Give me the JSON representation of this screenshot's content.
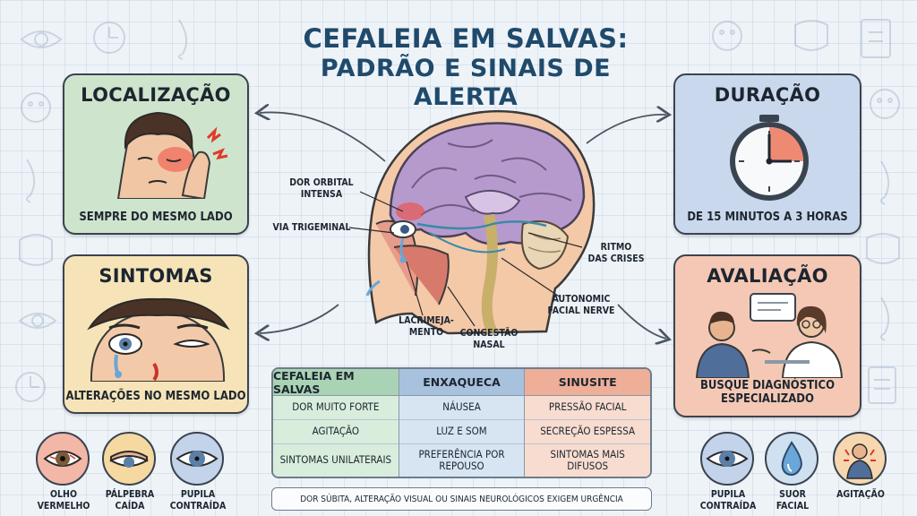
{
  "title": {
    "line1": "CEFALEIA EM SALVAS:",
    "line2": "PADRÃO E SINAIS DE ALERTA"
  },
  "cards": {
    "location": {
      "title": "LOCALIZAÇÃO",
      "caption": "SEMPRE DO MESMO LADO"
    },
    "symptoms": {
      "title": "SINTOMAS",
      "caption": "ALTERAÇÕES NO MESMO LADO"
    },
    "duration": {
      "title": "DURAÇÃO",
      "caption": "DE 15 MINUTOS A 3 HORAS"
    },
    "evaluation": {
      "title": "AVALIAÇÃO",
      "caption_line1": "BUSQUE DIAGNÓSTICO",
      "caption_line2": "ESPECIALIZADO"
    }
  },
  "brain_labels": {
    "orbital_pain_1": "DOR ORBITAL",
    "orbital_pain_2": "INTENSA",
    "trigeminal": "VIA TRIGEMINAL",
    "rhythm_1": "RITMO",
    "rhythm_2": "DAS CRISES",
    "autonomic_1": "AUTONOMIC",
    "autonomic_2": "FACIAL NERVE",
    "tearing_1": "LACRIMEJA-",
    "tearing_2": "MENTO",
    "congestion_1": "CONGESTÃO",
    "congestion_2": "NASAL"
  },
  "comparison": {
    "columns": [
      {
        "header": "CEFALEIA EM SALVAS",
        "rows": [
          "DOR MUITO FORTE",
          "AGITAÇÃO",
          "SINTOMAS UNILATERAIS"
        ]
      },
      {
        "header": "ENXAQUECA",
        "rows": [
          "NÁUSEA",
          "LUZ E SOM",
          "PREFERÊNCIA POR REPOUSO"
        ]
      },
      {
        "header": "SINUSITE",
        "rows": [
          "PRESSÃO FACIAL",
          "SECREÇÃO ESPESSA",
          "SINTOMAS MAIS DIFUSOS"
        ]
      }
    ]
  },
  "alert_text": "DOR SÚBITA, ALTERAÇÃO VISUAL OU SINAIS NEUROLÓGICOS EXIGEM URGÊNCIA",
  "badges_left": [
    {
      "line1": "OLHO",
      "line2": "VERMELHO",
      "icon": "red-eye-icon"
    },
    {
      "line1": "PÁLPEBRA",
      "line2": "CAÍDA",
      "icon": "drooping-eyelid-icon"
    },
    {
      "line1": "PUPILA",
      "line2": "CONTRAÍDA",
      "icon": "constricted-pupil-icon"
    }
  ],
  "badges_right": [
    {
      "line1": "PUPILA",
      "line2": "CONTRAÍDA",
      "icon": "constricted-pupil-icon"
    },
    {
      "line1": "SUOR",
      "line2": "FACIAL",
      "icon": "sweat-drop-icon"
    },
    {
      "line1": "AGITAÇÃO",
      "line2": "",
      "icon": "agitation-icon"
    }
  ],
  "colors": {
    "title": "#1f4a6b",
    "location_card": "#cfe4cd",
    "symptoms_card": "#f6e4b8",
    "duration_card": "#c9d8ec",
    "evaluation_card": "#f4c8b4"
  }
}
